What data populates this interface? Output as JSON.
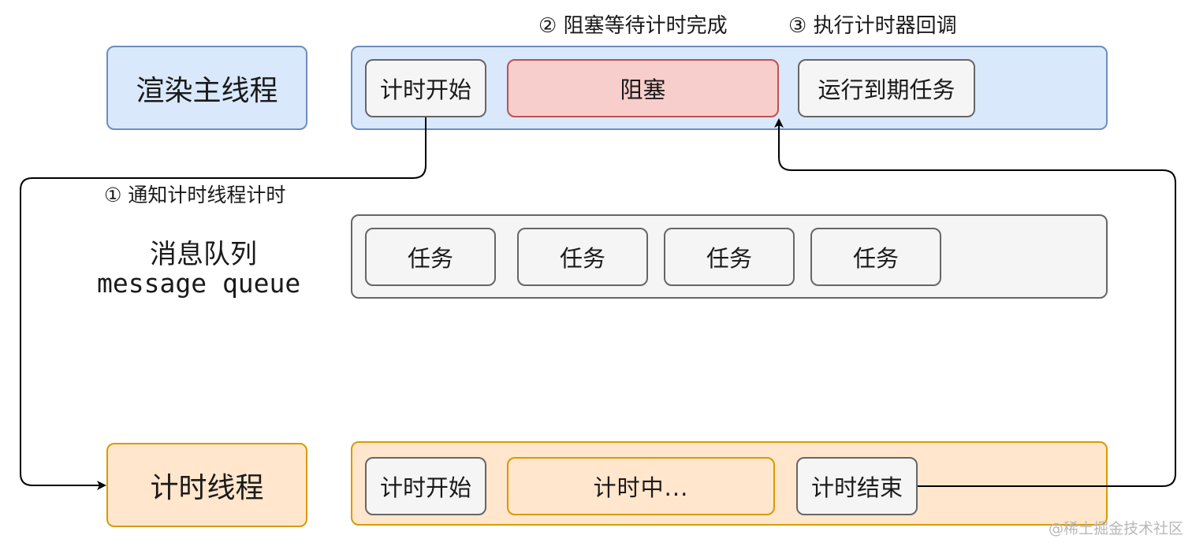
{
  "labels": {
    "render_main_thread": "渲染主线程",
    "message_queue_cn": "消息队列",
    "message_queue_en": "message queue",
    "timer_thread": "计时线程"
  },
  "annotations": {
    "step1": "① 通知计时线程计时",
    "step2": "② 阻塞等待计时完成",
    "step3": "③ 执行计时器回调"
  },
  "render_lane": {
    "items": [
      "计时开始",
      "阻塞",
      "运行到期任务"
    ]
  },
  "queue_lane": {
    "items": [
      "任务",
      "任务",
      "任务",
      "任务"
    ]
  },
  "timer_lane": {
    "items": [
      "计时开始",
      "计时中...",
      "计时结束"
    ]
  },
  "watermark": "@稀土掘金技术社区",
  "colors": {
    "blue_fill": "#dae8fc",
    "blue_stroke": "#6c8ebf",
    "orange_fill": "#ffe6cc",
    "orange_stroke": "#d79b00",
    "gray_fill": "#f5f5f5",
    "gray_stroke": "#666666",
    "red_fill": "#f8cecc",
    "red_stroke": "#b85450"
  }
}
